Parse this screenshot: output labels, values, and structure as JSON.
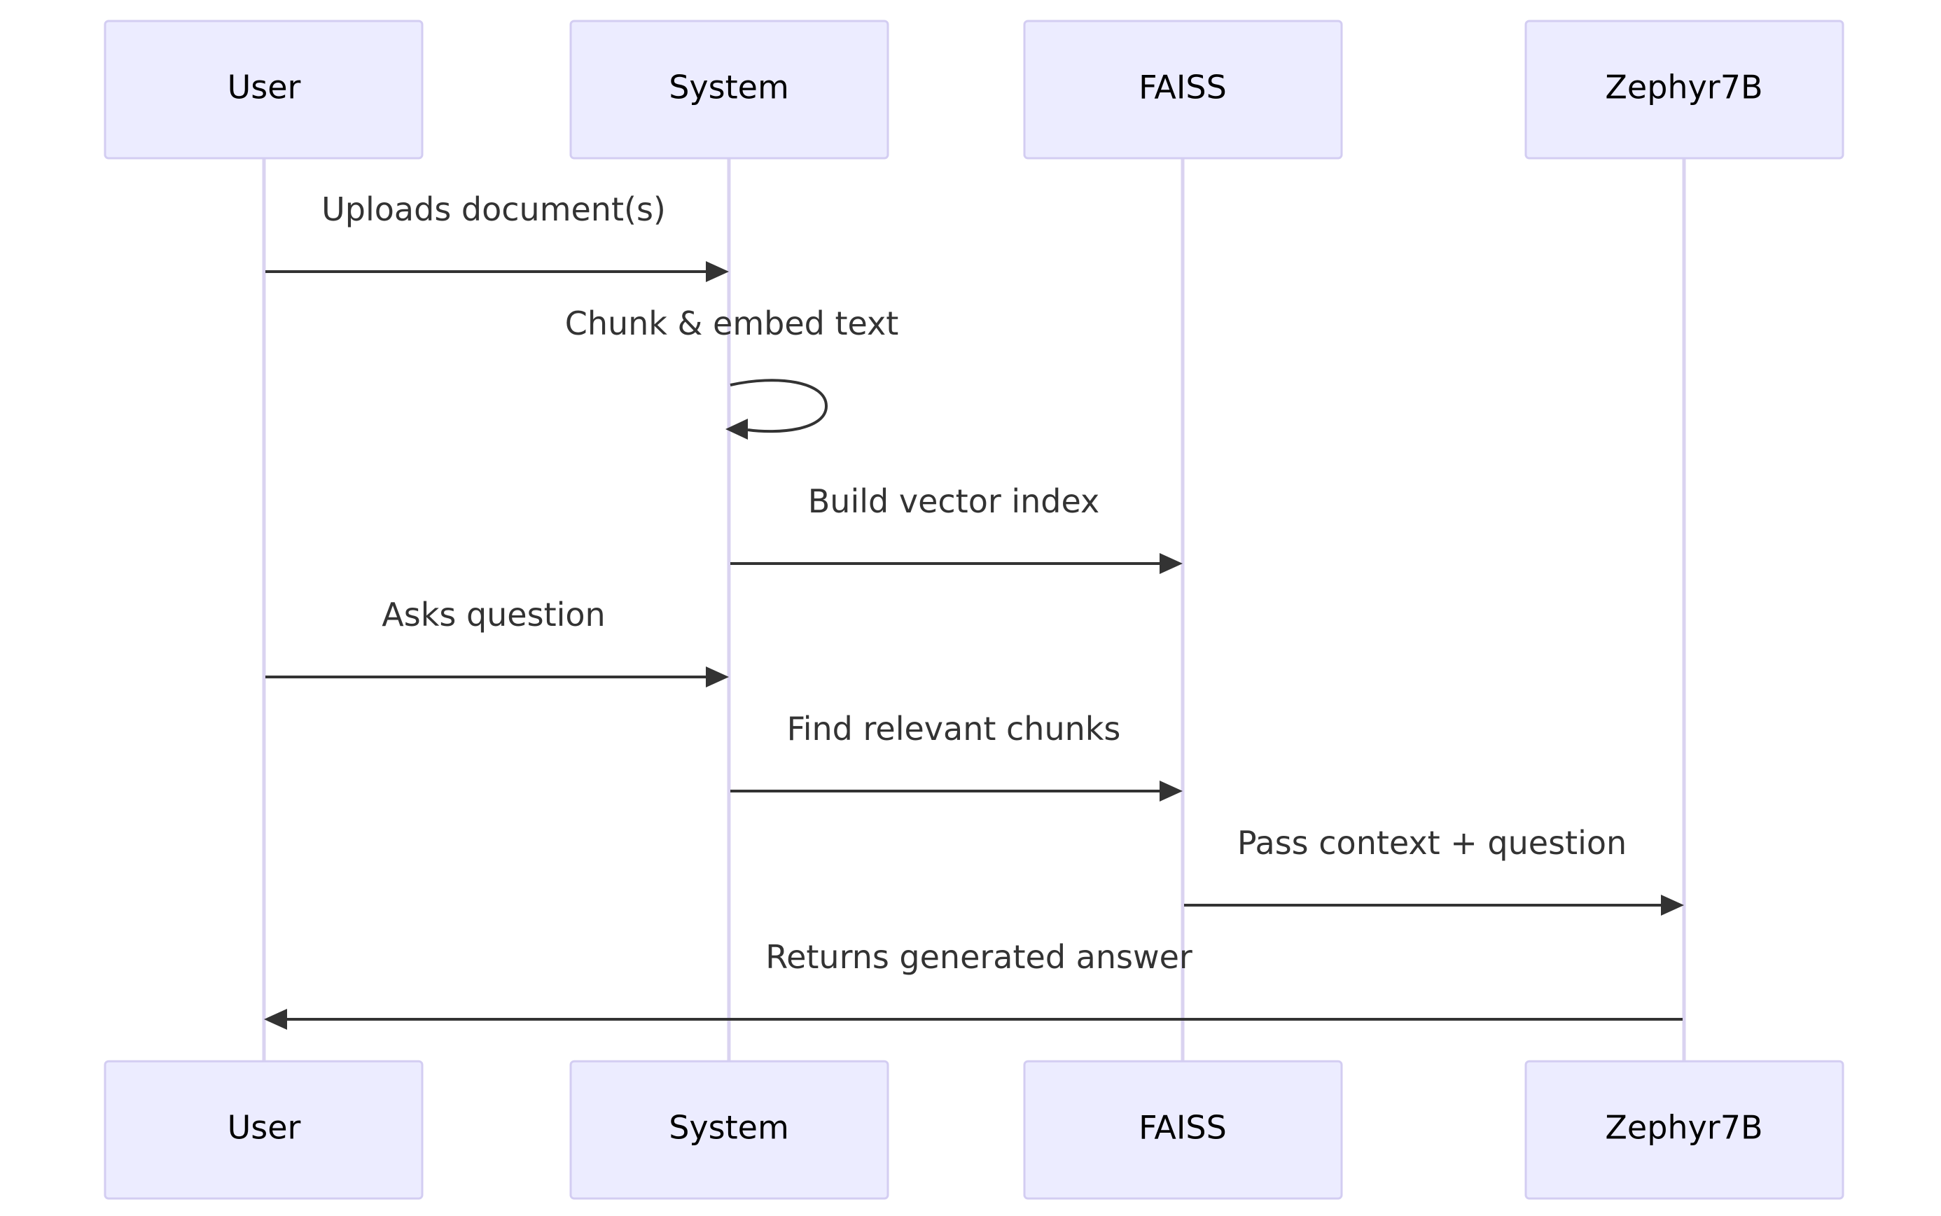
{
  "diagram": {
    "type": "sequence",
    "participants": [
      {
        "id": "user",
        "label": "User"
      },
      {
        "id": "system",
        "label": "System"
      },
      {
        "id": "faiss",
        "label": "FAISS"
      },
      {
        "id": "zephyr",
        "label": "Zephyr7B"
      }
    ],
    "messages": [
      {
        "from": "user",
        "to": "system",
        "label": "Uploads document(s)"
      },
      {
        "from": "system",
        "to": "system",
        "label": "Chunk & embed text"
      },
      {
        "from": "system",
        "to": "faiss",
        "label": "Build vector index"
      },
      {
        "from": "user",
        "to": "system",
        "label": "Asks question"
      },
      {
        "from": "system",
        "to": "faiss",
        "label": "Find relevant chunks"
      },
      {
        "from": "faiss",
        "to": "zephyr",
        "label": "Pass context + question"
      },
      {
        "from": "zephyr",
        "to": "user",
        "label": "Returns generated answer"
      }
    ],
    "colors": {
      "actor_fill": "#ececff",
      "actor_stroke": "#d3cdf2",
      "lifeline": "#dad3f0",
      "message": "#333333"
    }
  }
}
